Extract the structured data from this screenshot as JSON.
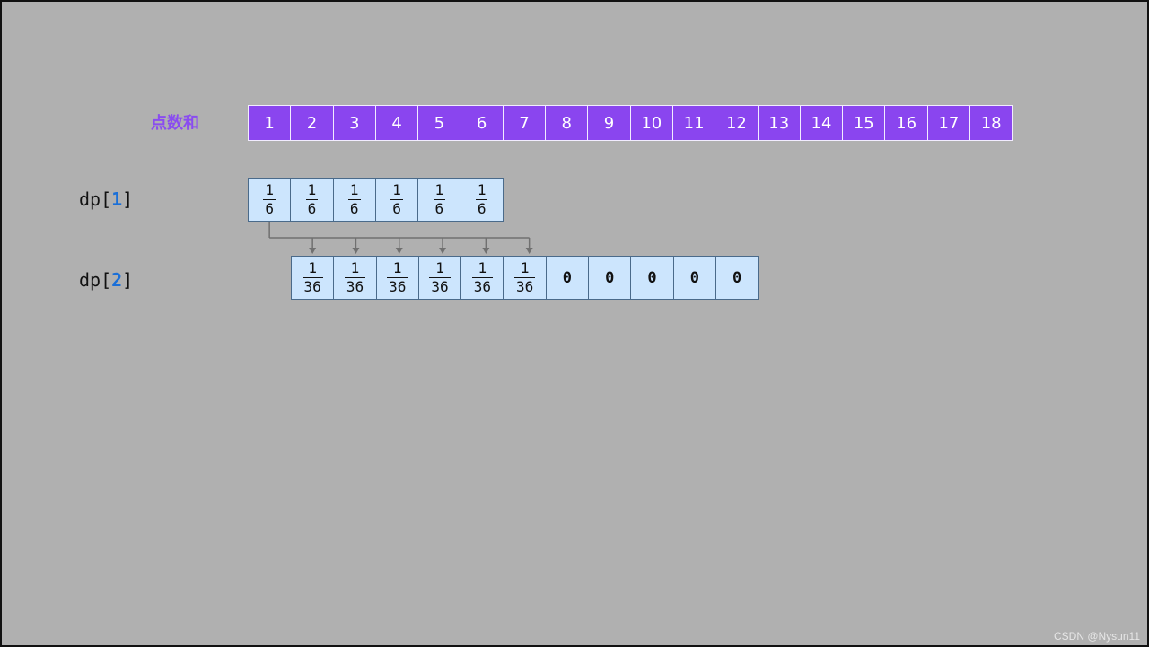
{
  "sum_row": {
    "label": "点数和",
    "values": [
      "1",
      "2",
      "3",
      "4",
      "5",
      "6",
      "7",
      "8",
      "9",
      "10",
      "11",
      "12",
      "13",
      "14",
      "15",
      "16",
      "17",
      "18"
    ]
  },
  "dp1": {
    "label_prefix": "dp[",
    "index": "1",
    "label_suffix": "]",
    "cells": [
      {
        "num": "1",
        "den": "6"
      },
      {
        "num": "1",
        "den": "6"
      },
      {
        "num": "1",
        "den": "6"
      },
      {
        "num": "1",
        "den": "6"
      },
      {
        "num": "1",
        "den": "6"
      },
      {
        "num": "1",
        "den": "6"
      }
    ]
  },
  "dp2": {
    "label_prefix": "dp[",
    "index": "2",
    "label_suffix": "]",
    "cells": [
      {
        "num": "1",
        "den": "36"
      },
      {
        "num": "1",
        "den": "36"
      },
      {
        "num": "1",
        "den": "36"
      },
      {
        "num": "1",
        "den": "36"
      },
      {
        "num": "1",
        "den": "36"
      },
      {
        "num": "1",
        "den": "36"
      },
      {
        "value": "0"
      },
      {
        "value": "0"
      },
      {
        "value": "0"
      },
      {
        "value": "0"
      },
      {
        "value": "0"
      }
    ]
  },
  "colors": {
    "background": "#b0b0b0",
    "sum_cell": "#8a45ef",
    "prob_cell": "#cce5fd",
    "index_highlight": "#1a6fd8",
    "connector": "#707070"
  },
  "watermark": "CSDN @Nysun11"
}
